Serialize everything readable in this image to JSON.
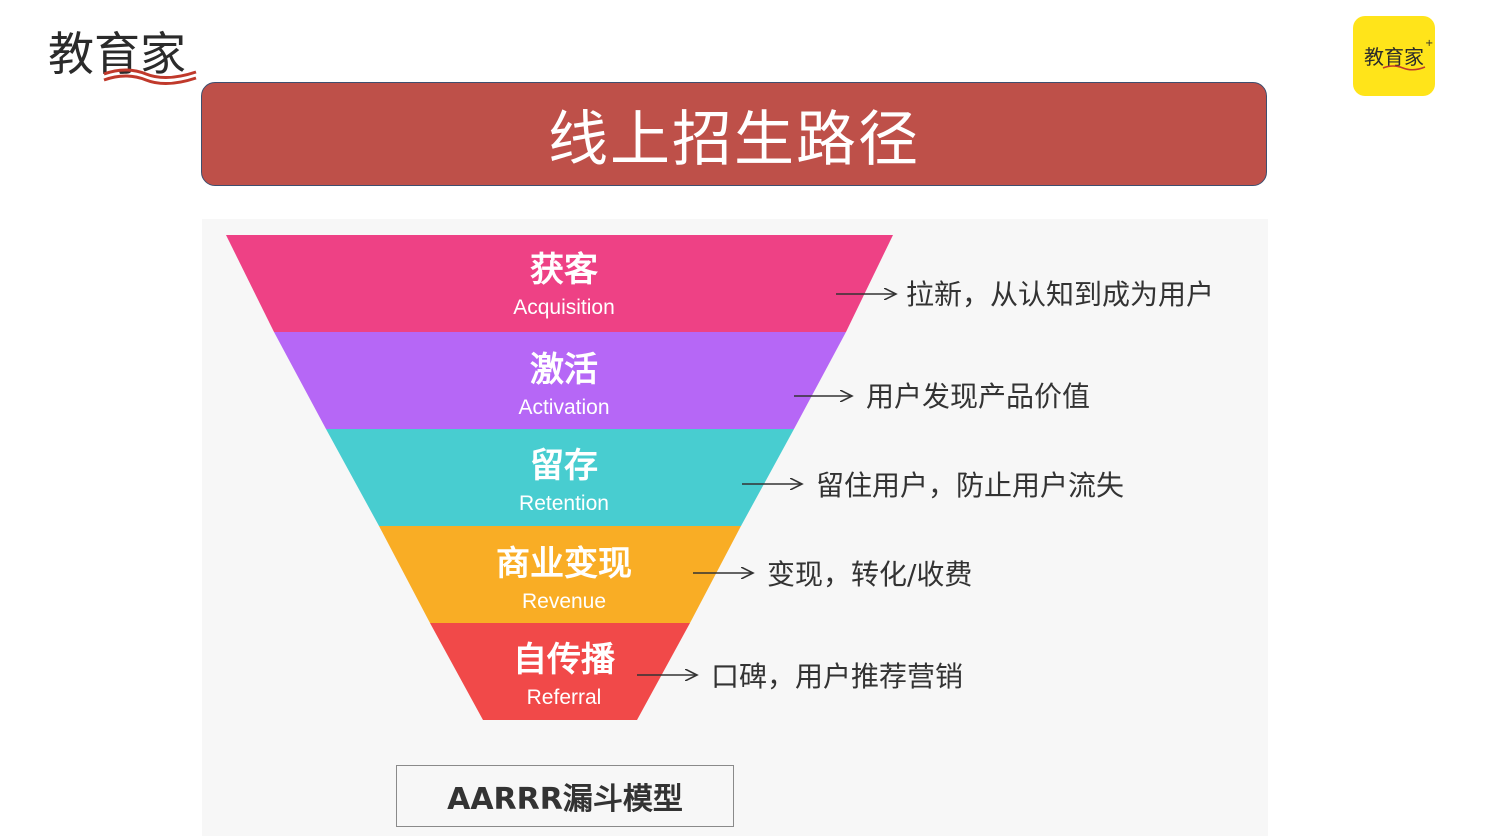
{
  "brand": {
    "logo_text": "教育家",
    "badge_text": "教育家"
  },
  "title": "线上招生路径",
  "funnel": {
    "stages": [
      {
        "cn": "获客",
        "en": "Acquisition",
        "desc": "拉新，从认知到成为用户",
        "color": "#EE4185"
      },
      {
        "cn": "激活",
        "en": "Activation",
        "desc": "用户发现产品价值",
        "color": "#B667F6"
      },
      {
        "cn": "留存",
        "en": "Retention",
        "desc": "留住用户，防止用户流失",
        "color": "#48CDD0"
      },
      {
        "cn": "商业变现",
        "en": "Revenue",
        "desc": "变现，转化/收费",
        "color": "#F9AD25"
      },
      {
        "cn": "自传播",
        "en": "Referral",
        "desc": "口碑，用户推荐营销",
        "color": "#F14949"
      }
    ]
  },
  "model_label": "AARRR漏斗模型"
}
